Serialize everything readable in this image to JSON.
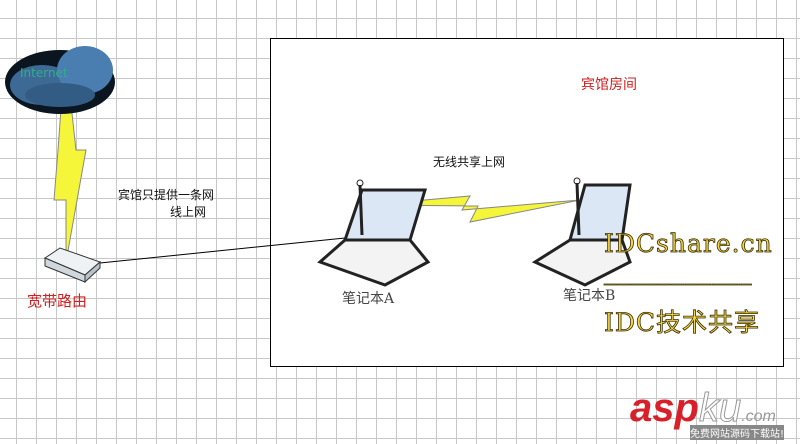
{
  "cloud": {
    "label": "Internet"
  },
  "router": {
    "label": "宽带路由"
  },
  "room": {
    "title": "宾馆房间"
  },
  "link_note": {
    "line1": "宾馆只提供一条网",
    "line2": "线上网"
  },
  "wireless_note": "无线共享上网",
  "laptop_a": {
    "label": "笔记本A"
  },
  "laptop_b": {
    "label": "笔记本B"
  },
  "watermark": {
    "line1": "IDCshare.cn",
    "divider": "___________",
    "line2": "IDC技术共享"
  },
  "logo": {
    "asp": "asp",
    "ku": "ku",
    ".com": ".com",
    "tagline": "免费网站源码下载站!"
  }
}
